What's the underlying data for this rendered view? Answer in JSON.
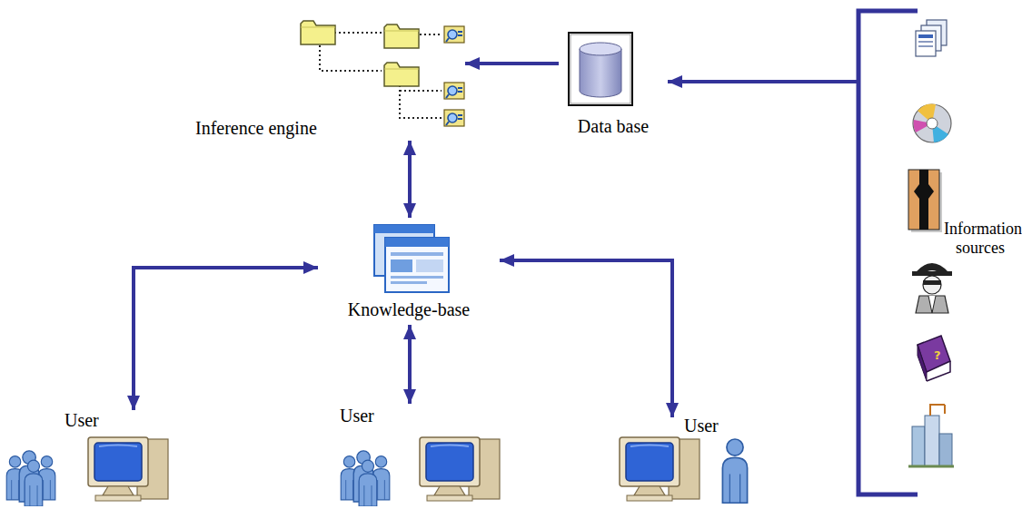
{
  "diagram": {
    "nodes": [
      {
        "text": [
          "Inference engine"
        ]
      },
      {
        "text": [
          "Data base"
        ]
      },
      {
        "text": [
          "Knowledge-base"
        ]
      },
      {
        "text": [
          "User"
        ]
      },
      {
        "text": [
          "User"
        ]
      },
      {
        "text": [
          "User"
        ]
      },
      {
        "text": [
          "Information sources"
        ]
      }
    ],
    "edges": [
      {
        "from": 6,
        "to": 1,
        "arrow": "to"
      },
      {
        "from": 1,
        "to": 0,
        "arrow": "to"
      },
      {
        "from": 0,
        "to": 2,
        "arrow": "both"
      },
      {
        "from": 2,
        "to": 3,
        "arrow": "both"
      },
      {
        "from": 2,
        "to": 4,
        "arrow": "both"
      },
      {
        "from": 2,
        "to": 5,
        "arrow": "both"
      }
    ]
  }
}
